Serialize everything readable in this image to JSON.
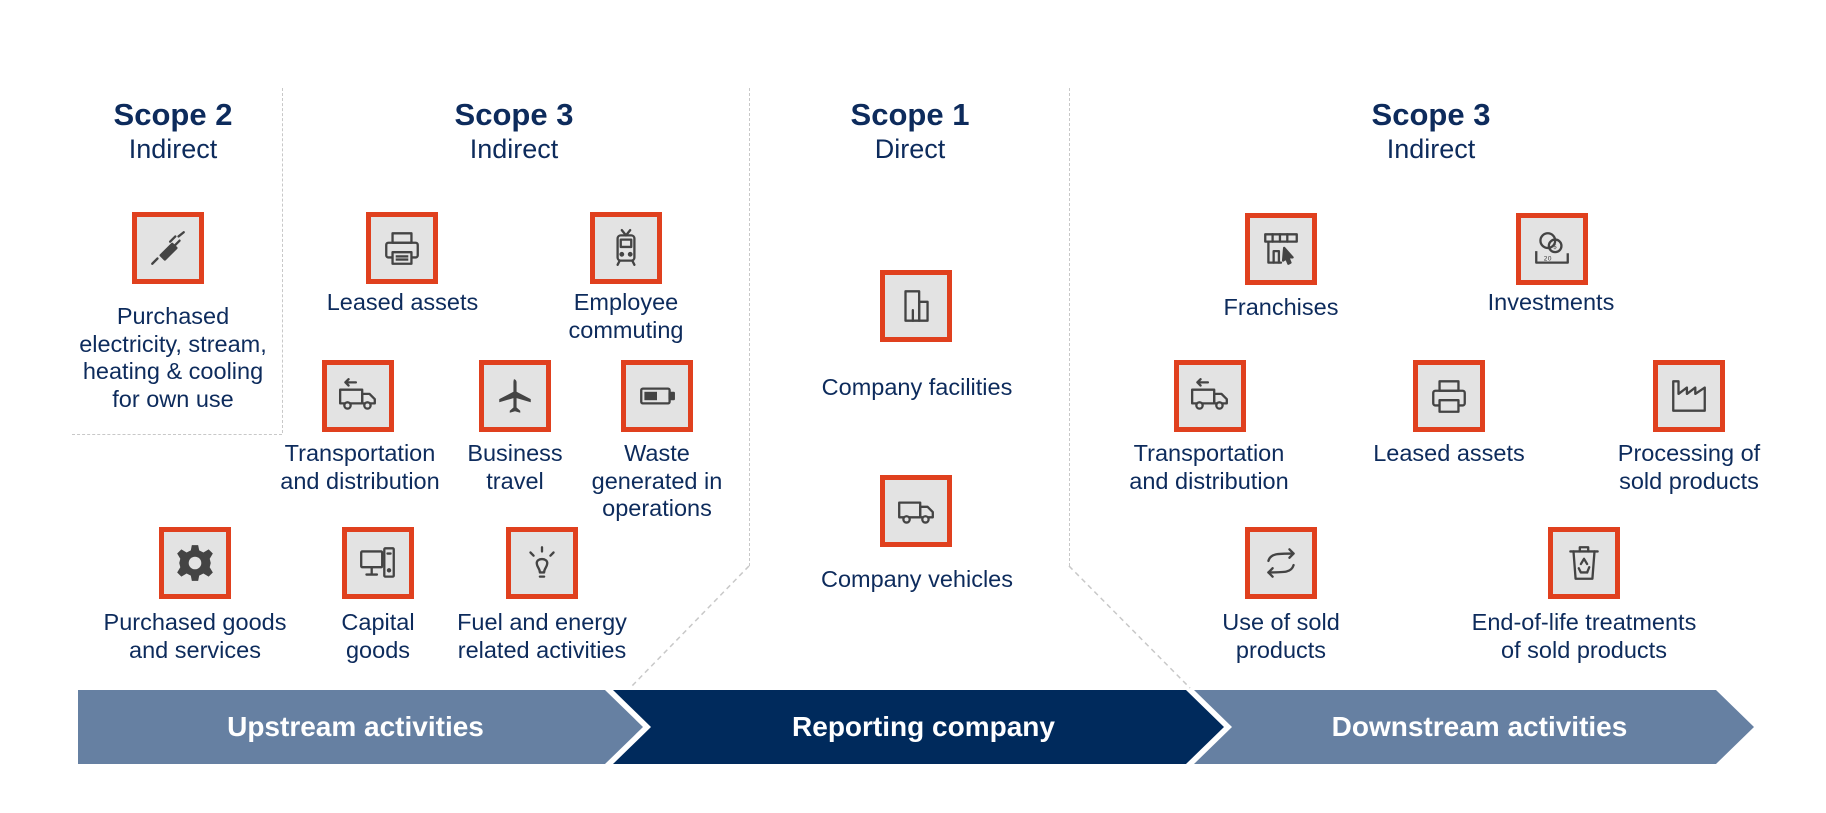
{
  "scopes": {
    "scope2": {
      "title": "Scope 2",
      "subtitle": "Indirect"
    },
    "scope3_up": {
      "title": "Scope 3",
      "subtitle": "Indirect"
    },
    "scope1": {
      "title": "Scope 1",
      "subtitle": "Direct"
    },
    "scope3_down": {
      "title": "Scope 3",
      "subtitle": "Indirect"
    }
  },
  "items": {
    "purchased_electricity": "Purchased\nelectricity, stream,\nheating & cooling\nfor own use",
    "leased_assets_up": "Leased assets",
    "employee_commuting": "Employee\ncommuting",
    "transport_up": "Transportation\nand distribution",
    "business_travel": "Business\ntravel",
    "waste": "Waste\ngenerated in\noperations",
    "purchased_goods": "Purchased goods\nand services",
    "capital_goods": "Capital\ngoods",
    "fuel_energy": "Fuel and energy\nrelated activities",
    "company_facilities": "Company facilities",
    "company_vehicles": "Company vehicles",
    "franchises": "Franchises",
    "investments": "Investments",
    "transport_down": "Transportation\nand distribution",
    "leased_assets_down": "Leased assets",
    "processing": "Processing of\nsold products",
    "use_sold": "Use of sold\nproducts",
    "end_of_life": "End-of-life treatments\nof sold products"
  },
  "banners": {
    "upstream": "Upstream activities",
    "reporting": "Reporting company",
    "downstream": "Downstream activities"
  },
  "colors": {
    "accent_border": "#e0401e",
    "navy": "#002a5c",
    "steel": "#6680a2",
    "text": "#0d2b5c"
  }
}
